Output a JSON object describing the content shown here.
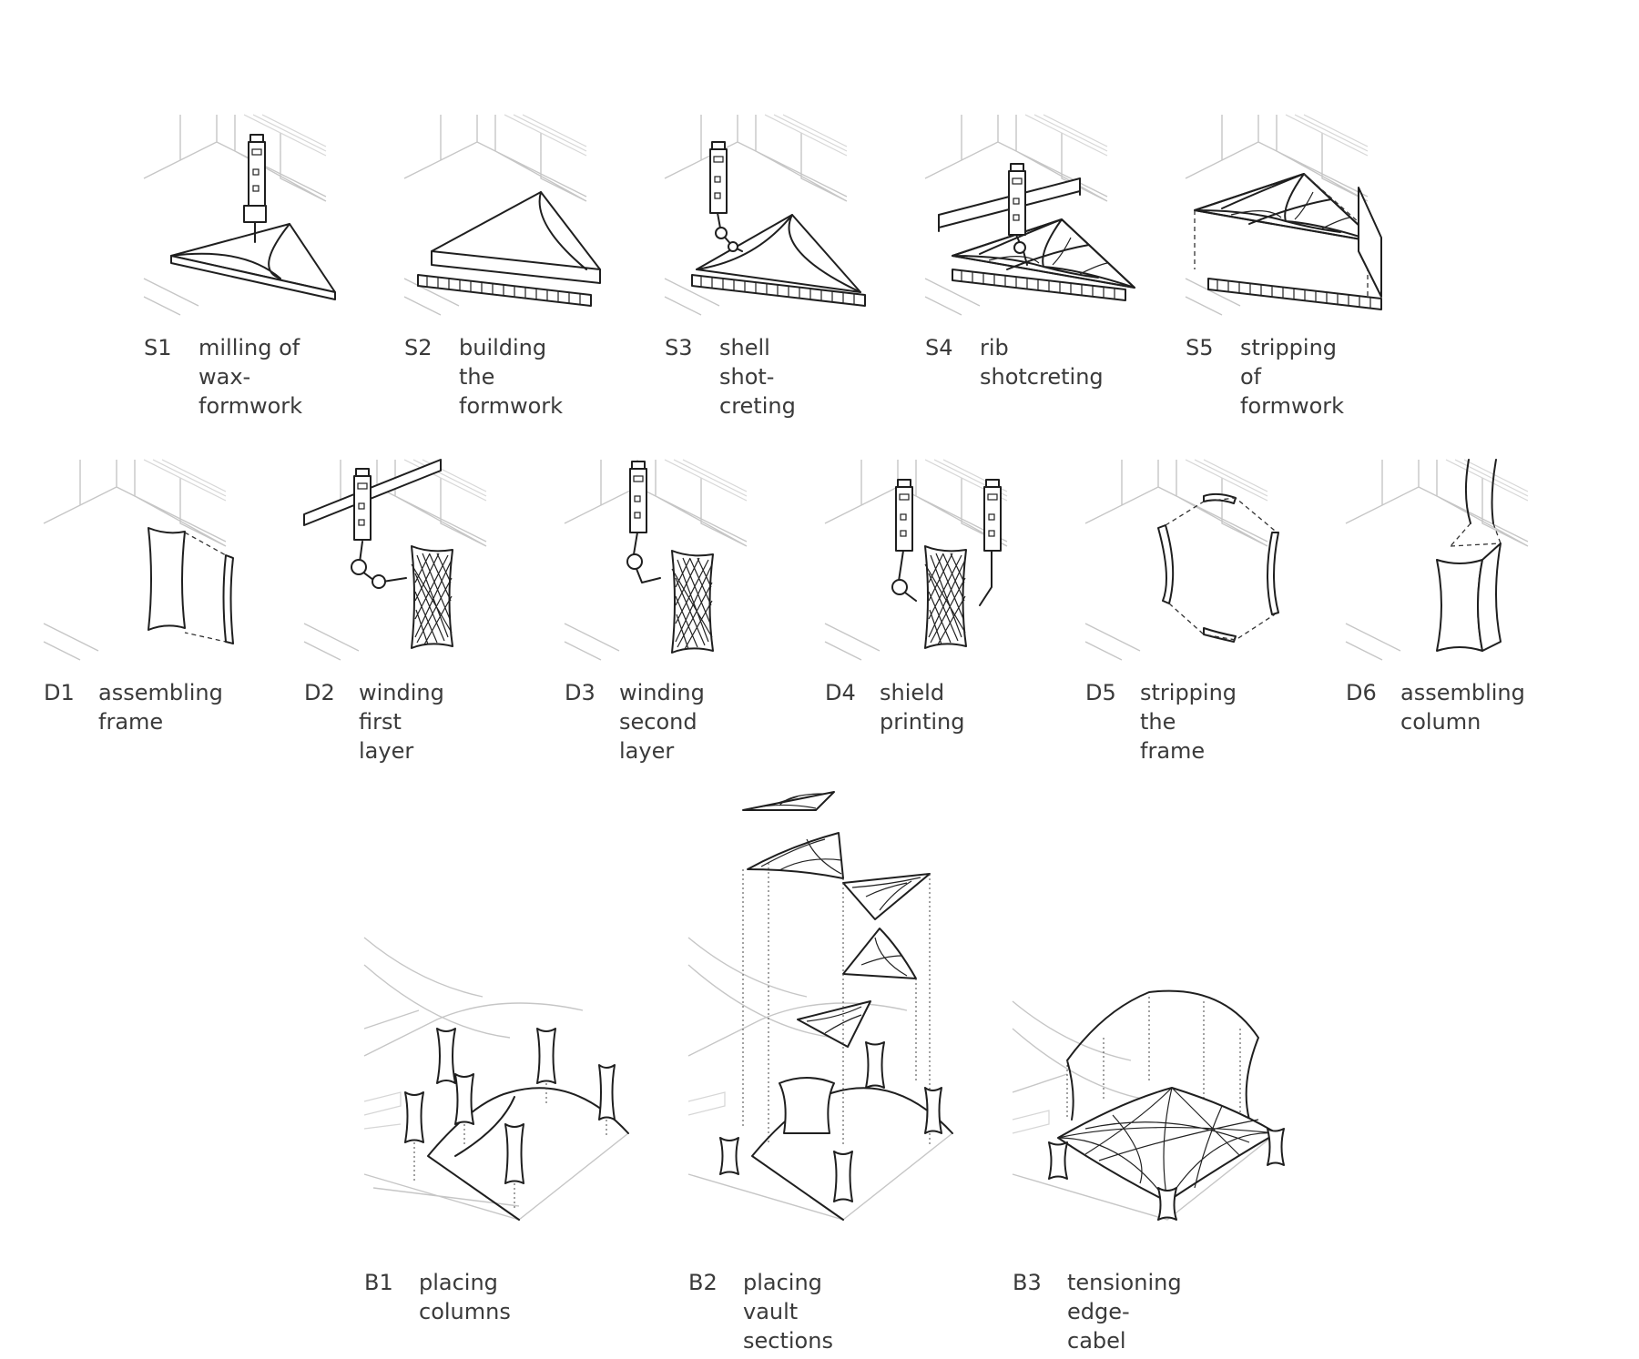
{
  "shell_steps": [
    {
      "code": "S1",
      "label": "milling of\nwax-formwork"
    },
    {
      "code": "S2",
      "label": "building the\nformwork"
    },
    {
      "code": "S3",
      "label": "shell shot-\ncreting"
    },
    {
      "code": "S4",
      "label": "rib shotcreting"
    },
    {
      "code": "S5",
      "label": "stripping of\nformwork"
    }
  ],
  "column_steps": [
    {
      "code": "D1",
      "label": "assembling\nframe"
    },
    {
      "code": "D2",
      "label": "winding first\nlayer"
    },
    {
      "code": "D3",
      "label": "winding second\nlayer"
    },
    {
      "code": "D4",
      "label": "shield printing"
    },
    {
      "code": "D5",
      "label": "stripping the\nframe"
    },
    {
      "code": "D6",
      "label": "assembling\ncolumn"
    }
  ],
  "build_steps": [
    {
      "code": "B1",
      "label": "placing columns"
    },
    {
      "code": "B2",
      "label": "placing vault sections"
    },
    {
      "code": "B3",
      "label": "tensioning edge-cabel"
    }
  ]
}
